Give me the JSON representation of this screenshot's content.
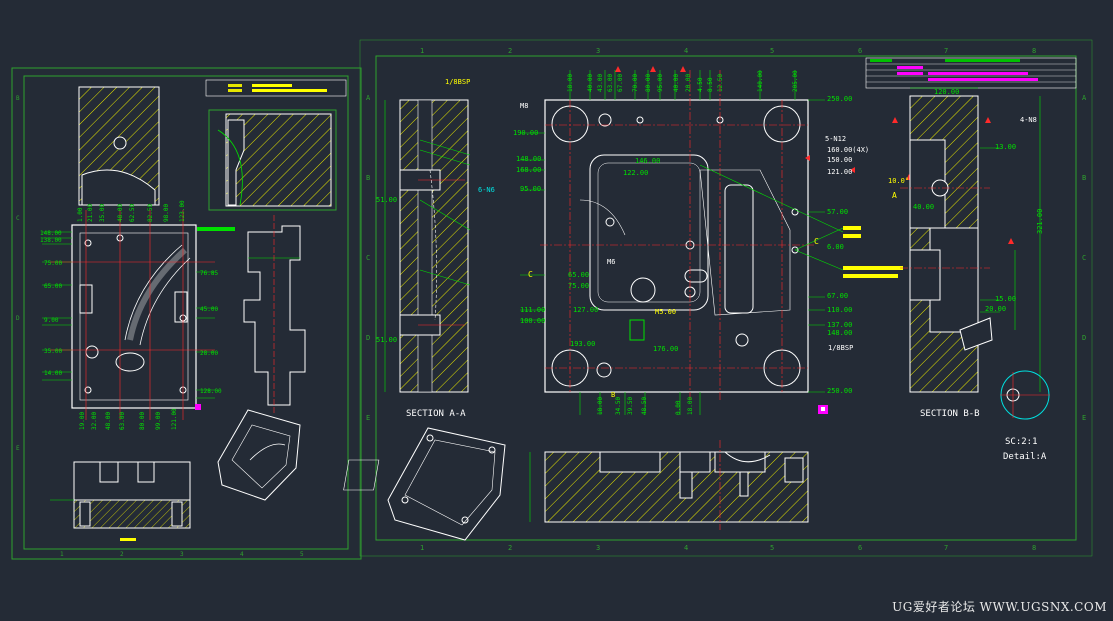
{
  "watermark": "UG爱好者论坛 WWW.UGSNX.COM",
  "colors": {
    "background": "#242b36",
    "frame": "#2ea02e",
    "part": "#ffffff",
    "hatch": "#e6e600",
    "dimension": "#00e000",
    "centerline": "#ff2a2a",
    "highlight": "#ffff00",
    "magenta": "#ff00ff",
    "cyan": "#00e0e0"
  },
  "labels": {
    "section_aa": "SECTION A-A",
    "section_bb": "SECTION B-B",
    "scale": "SC:2:1",
    "detail": "Detail:A",
    "bsp_top": "1/8BSP",
    "bsp_bottom": "1/8BSP",
    "m8": "M8",
    "m6": "M6",
    "m5": "M5.00",
    "n12": "5-N12",
    "n8": "4-N8",
    "n6": "6-N6",
    "c_marker": "C",
    "a_marker": "A",
    "b_marker": "B",
    "dim_250_top": "250.00",
    "dim_250_bottom": "250.00",
    "dim_160": "160.00(4X)",
    "dim_150": "150.00",
    "dim_121": "121.00",
    "dim_57": "57.00",
    "dim_67": "67.00",
    "dim_110": "110.00",
    "dim_137": "137.00",
    "dim_148": "148.00",
    "dim_146": "146.00",
    "dim_122": "122.00",
    "dim_190": "190.00",
    "dim_168": "168.00",
    "dim_95": "95.00",
    "dim_65": "65.00",
    "dim_75": "75.00",
    "dim_111": "111.00",
    "dim_127": "127.00",
    "dim_100": "100.00",
    "dim_193": "193.00",
    "dim_176": "176.00",
    "dim_120": "120.00",
    "dim_321": "321.00",
    "dim_6": "6.00",
    "dim_40": "40.00",
    "dim_15": "15.00",
    "dim_20": "20.00",
    "dim_13": "13.00",
    "dim_51": "51.00",
    "dim_10deg": "10.0°"
  }
}
